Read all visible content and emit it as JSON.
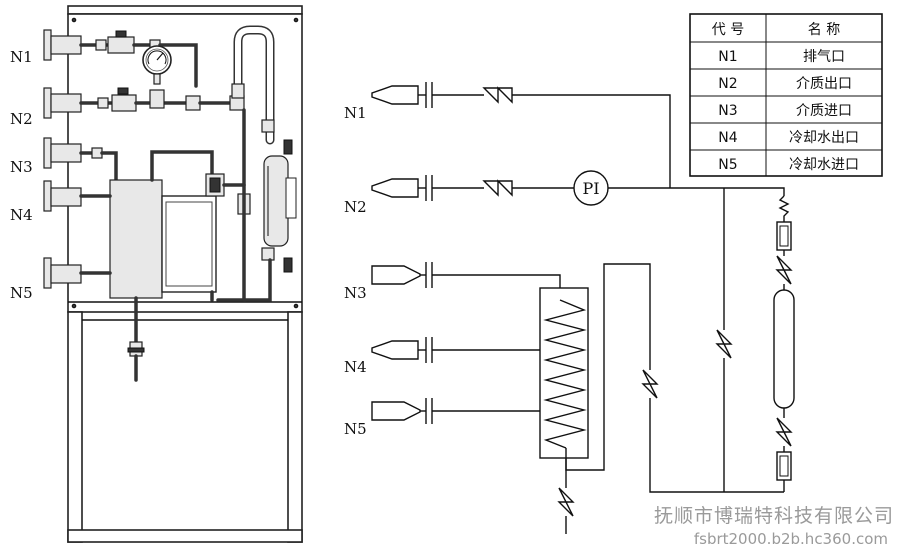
{
  "panel_labels": [
    "N1",
    "N2",
    "N3",
    "N4",
    "N5"
  ],
  "schematic_labels": [
    "N1",
    "N2",
    "N3",
    "N4",
    "N5"
  ],
  "pressure_indicator": "PI",
  "legend": {
    "header": [
      "代 号",
      "名 称"
    ],
    "rows": [
      [
        "N1",
        "排气口"
      ],
      [
        "N2",
        "介质出口"
      ],
      [
        "N3",
        "介质进口"
      ],
      [
        "N4",
        "冷却水出口"
      ],
      [
        "N5",
        "冷却水进口"
      ]
    ]
  },
  "watermark": {
    "company": "抚顺市博瑞特科技有限公司",
    "url": "fsbrt2000.b2b.hc360.com"
  }
}
